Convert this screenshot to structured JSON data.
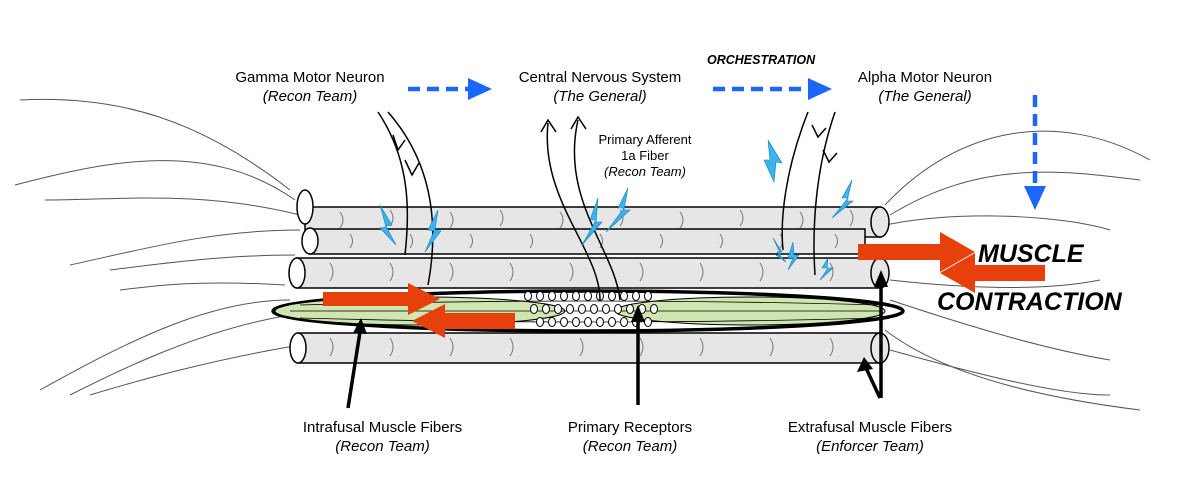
{
  "title_orchestration": "ORCHESTRATION",
  "nodes": {
    "gamma": {
      "name": "Gamma Motor Neuron",
      "role": "(Recon Team)"
    },
    "cns": {
      "name": "Central Nervous System",
      "role": "(The General)"
    },
    "alpha": {
      "name": "Alpha Motor Neuron",
      "role": "(The General)"
    },
    "afferent": {
      "line1": "Primary Afferent",
      "line2": "1a Fiber",
      "line3": "(Recon Team)"
    },
    "intrafusal": {
      "name": "Intrafusal Muscle Fibers",
      "role": "(Recon Team)"
    },
    "receptors": {
      "name": "Primary Receptors",
      "role": "(Recon Team)"
    },
    "extrafusal": {
      "name": "Extrafusal Muscle Fibers",
      "role": "(Enforcer Team)"
    }
  },
  "outcome": {
    "line1": "MUSCLE",
    "line2": "CONTRACTION"
  },
  "colors": {
    "flow_arrow": "#1a66ff",
    "contraction_arrow": "#e8400c",
    "spindle_fill": "#cfe6b0",
    "fiber_fill": "#e6e6e6",
    "lightning": "#39b4ef"
  }
}
